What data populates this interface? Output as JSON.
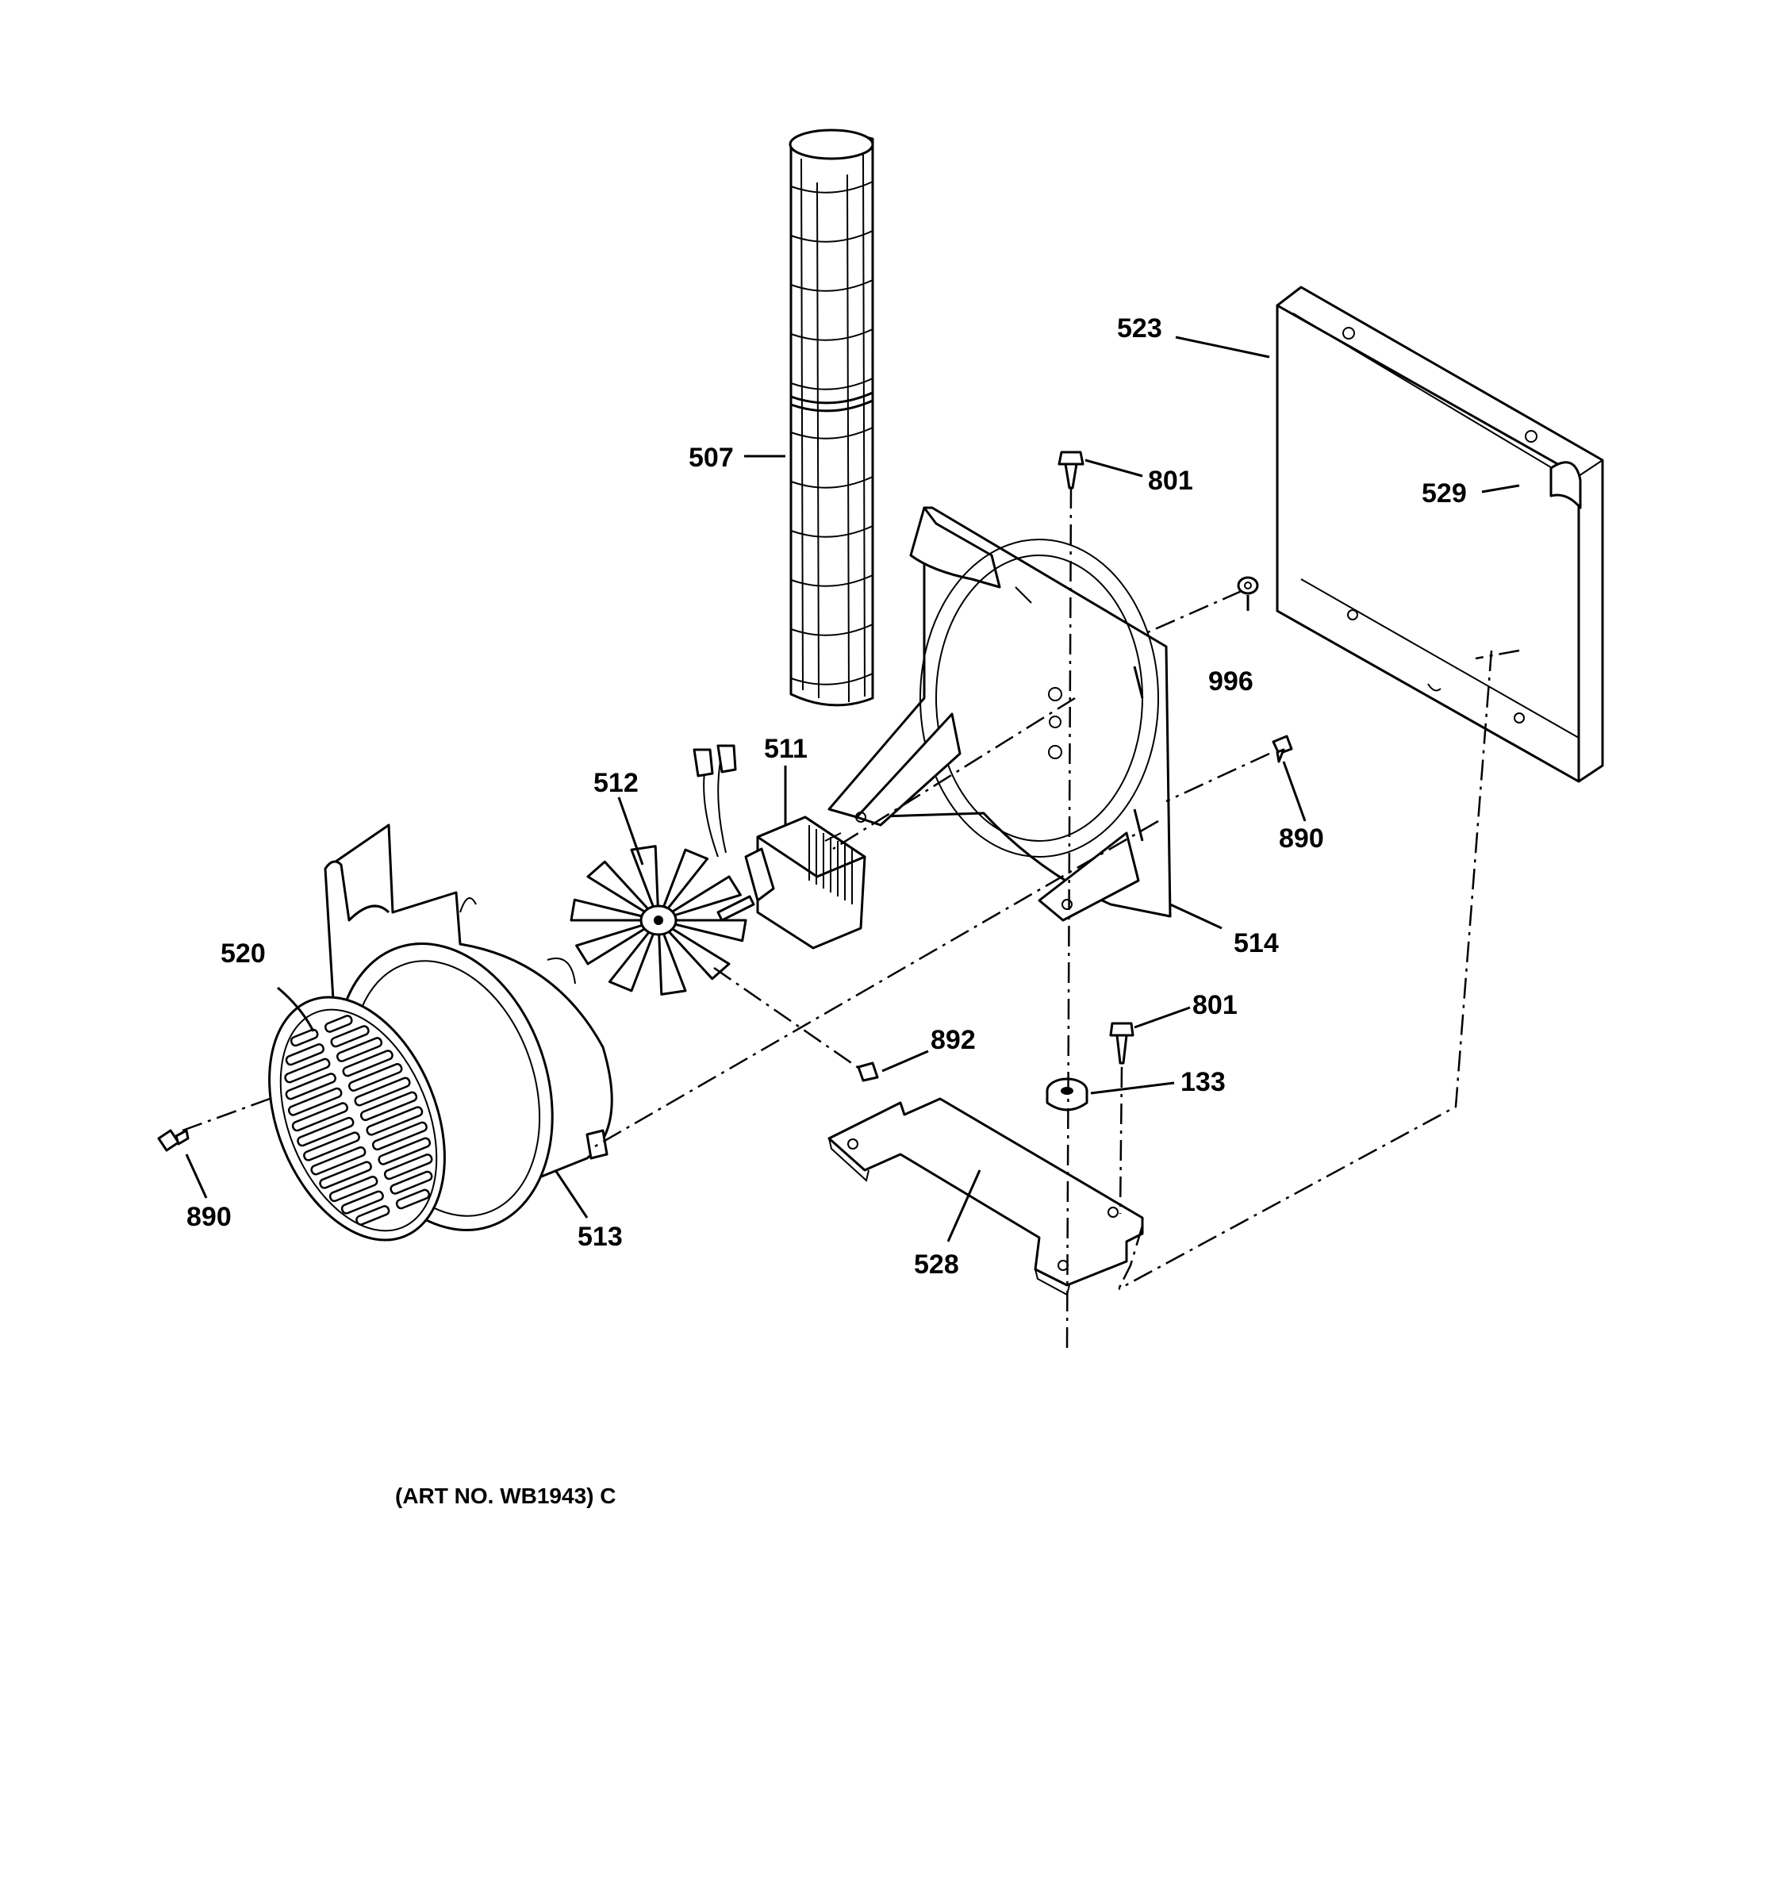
{
  "labels": {
    "p507": "507",
    "p523": "523",
    "p529": "529",
    "p801_top": "801",
    "p996": "996",
    "p511": "511",
    "p512": "512",
    "p890_right": "890",
    "p520": "520",
    "p514": "514",
    "p801_bottom": "801",
    "p892": "892",
    "p133": "133",
    "p890_left": "890",
    "p513": "513",
    "p528": "528"
  },
  "caption": "(ART NO. WB1943) C"
}
